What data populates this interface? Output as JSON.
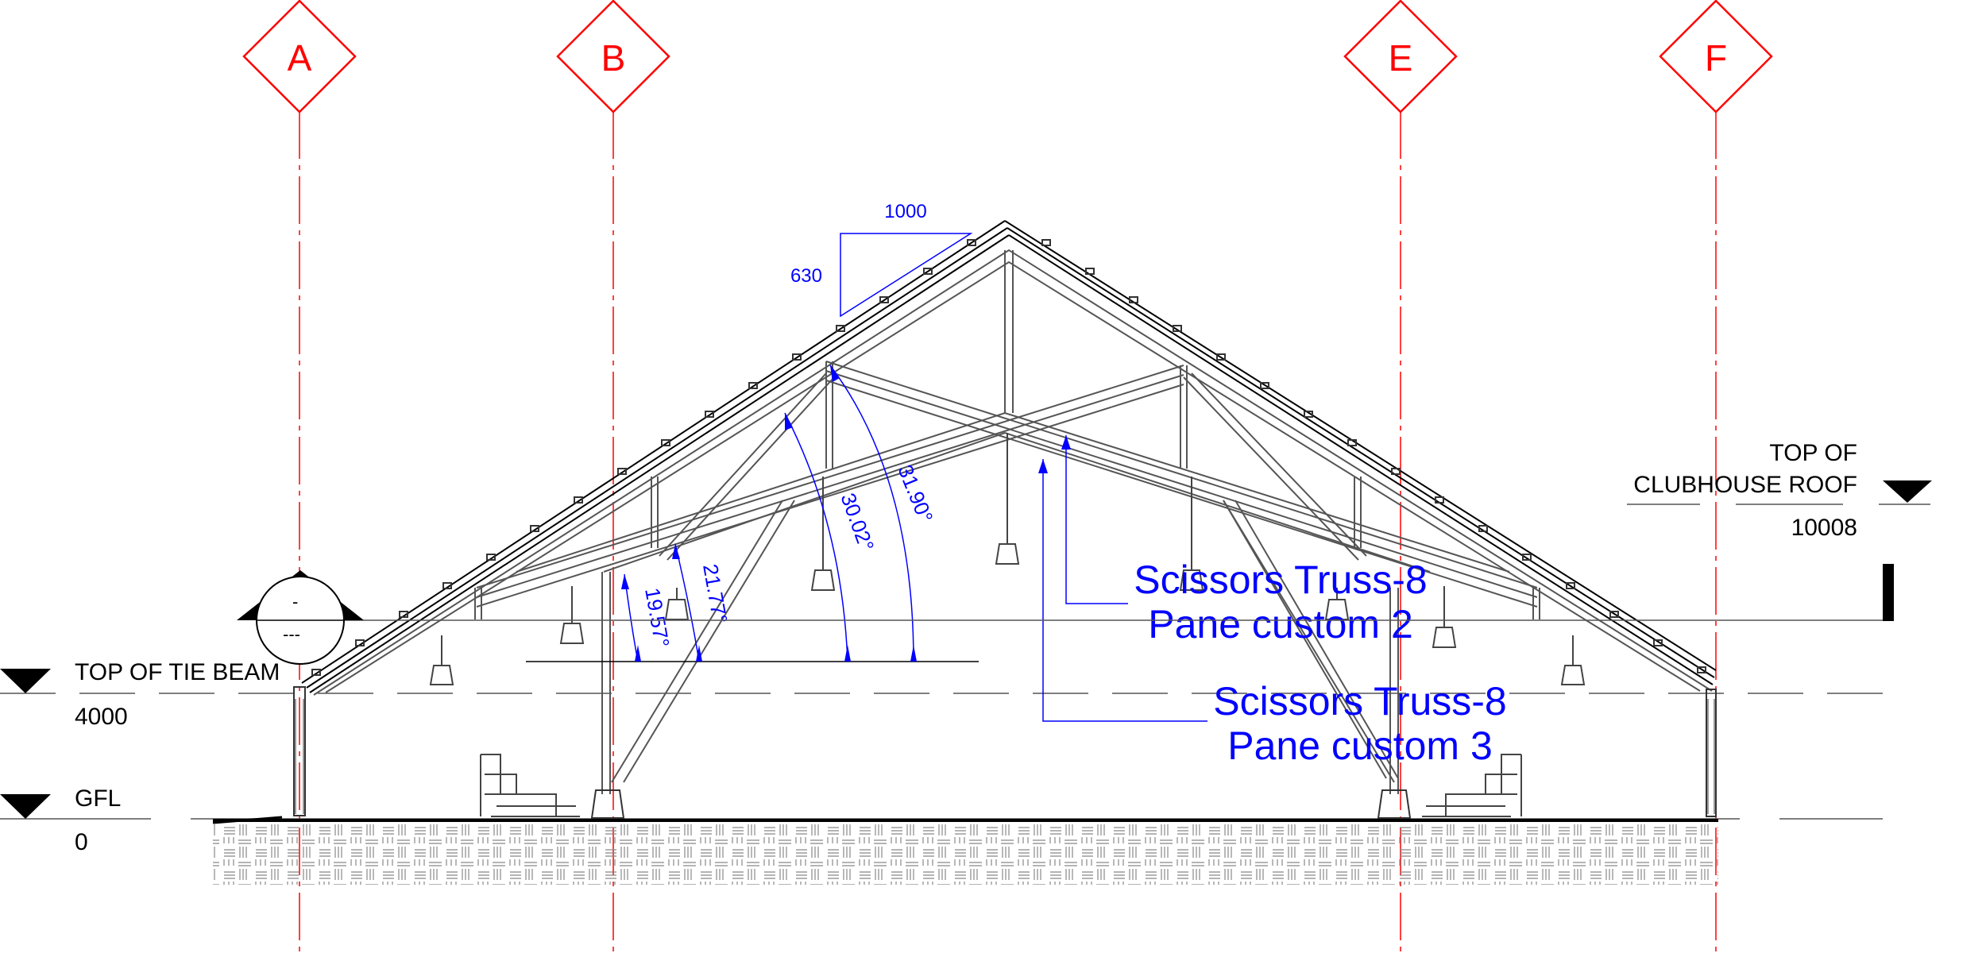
{
  "gridlines": [
    {
      "id": "A",
      "label": "A"
    },
    {
      "id": "B",
      "label": "B"
    },
    {
      "id": "E",
      "label": "E"
    },
    {
      "id": "F",
      "label": "F"
    }
  ],
  "levels": {
    "roof": {
      "name_line1": "TOP OF",
      "name_line2": "CLUBHOUSE ROOF",
      "elevation": "10008"
    },
    "tie_beam": {
      "name": "TOP OF TIE BEAM",
      "elevation": "4000"
    },
    "gfl": {
      "name": "GFL",
      "elevation": "0"
    }
  },
  "section_marker": {
    "label_top": "-",
    "label_bottom": "---"
  },
  "tags": [
    {
      "line1": "Scissors Truss-8",
      "line2": "Pane custom 2"
    },
    {
      "line1": "Scissors Truss-8",
      "line2": "Pane custom 3"
    }
  ],
  "slope": {
    "run": "1000",
    "rise": "630"
  },
  "angles": [
    "19.57°",
    "21.77°",
    "30.02°",
    "31.90°"
  ],
  "colors": {
    "grid": "#ff0000",
    "annotation": "#0000ff",
    "linework": "#000000",
    "structure": "#555555"
  }
}
